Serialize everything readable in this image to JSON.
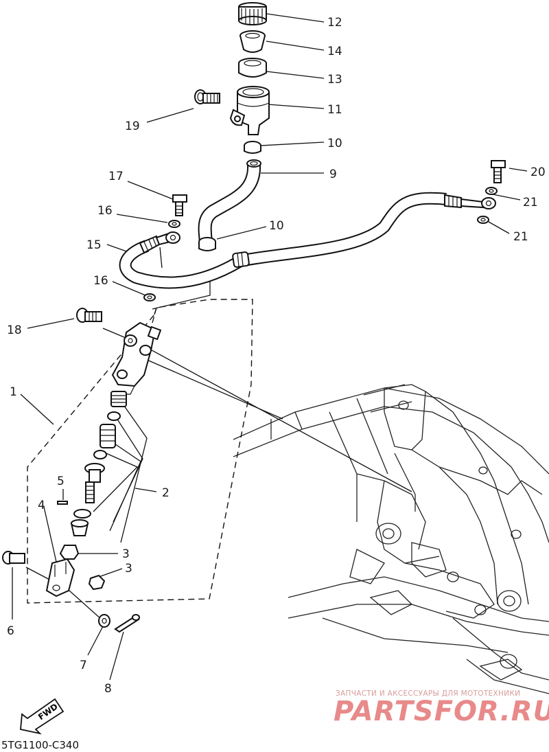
{
  "diagram_code": "5TG1100-C340",
  "fwd_label": "FWD",
  "watermark": {
    "subtitle": "ЗАПЧАСТИ И АКСЕССУАРЫ ДЛЯ МОТОТЕХНИКИ",
    "brand": "PARTSFOR.RU"
  },
  "callouts": {
    "c12": "12",
    "c14": "14",
    "c13": "13",
    "c11": "11",
    "c19": "19",
    "c10a": "10",
    "c9": "9",
    "c20": "20",
    "c17": "17",
    "c21a": "21",
    "c16a": "16",
    "c10b": "10",
    "c21b": "21",
    "c15": "15",
    "c16b": "16",
    "c18": "18",
    "c1": "1",
    "c2": "2",
    "c5": "5",
    "c4": "4",
    "c3a": "3",
    "c3b": "3",
    "c6": "6",
    "c7": "7",
    "c8": "8"
  }
}
